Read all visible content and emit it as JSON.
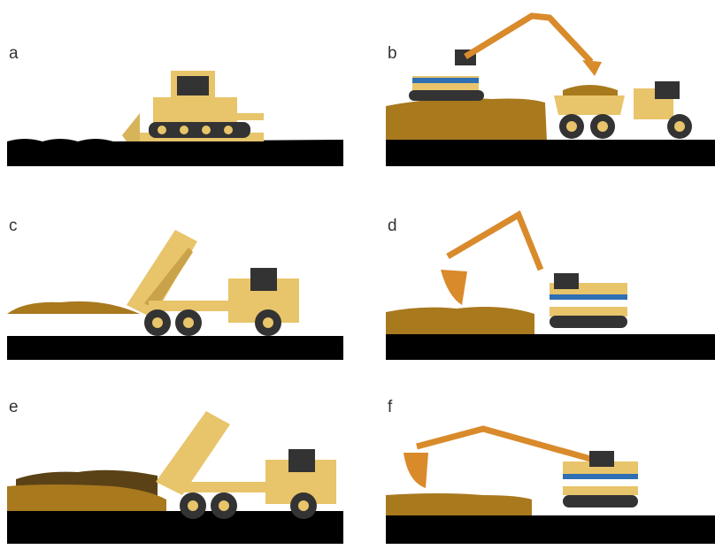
{
  "panels": [
    {
      "id": "a",
      "label": "a",
      "stage": "bulldozer-clearing"
    },
    {
      "id": "b",
      "label": "b",
      "stage": "excavator-loading-dump-truck"
    },
    {
      "id": "c",
      "label": "c",
      "stage": "dump-truck-unloading"
    },
    {
      "id": "d",
      "label": "d",
      "stage": "excavator-digging"
    },
    {
      "id": "e",
      "label": "e",
      "stage": "dump-truck-unloading-over-layer"
    },
    {
      "id": "f",
      "label": "f",
      "stage": "excavator-reaching"
    }
  ],
  "colors": {
    "ground": "#000000",
    "soil": "#a9791e",
    "soil_dark": "#5b4216",
    "machine_yellow": "#e8c46a",
    "machine_orange": "#d98a2b",
    "stripe_blue": "#2f6fb3"
  }
}
